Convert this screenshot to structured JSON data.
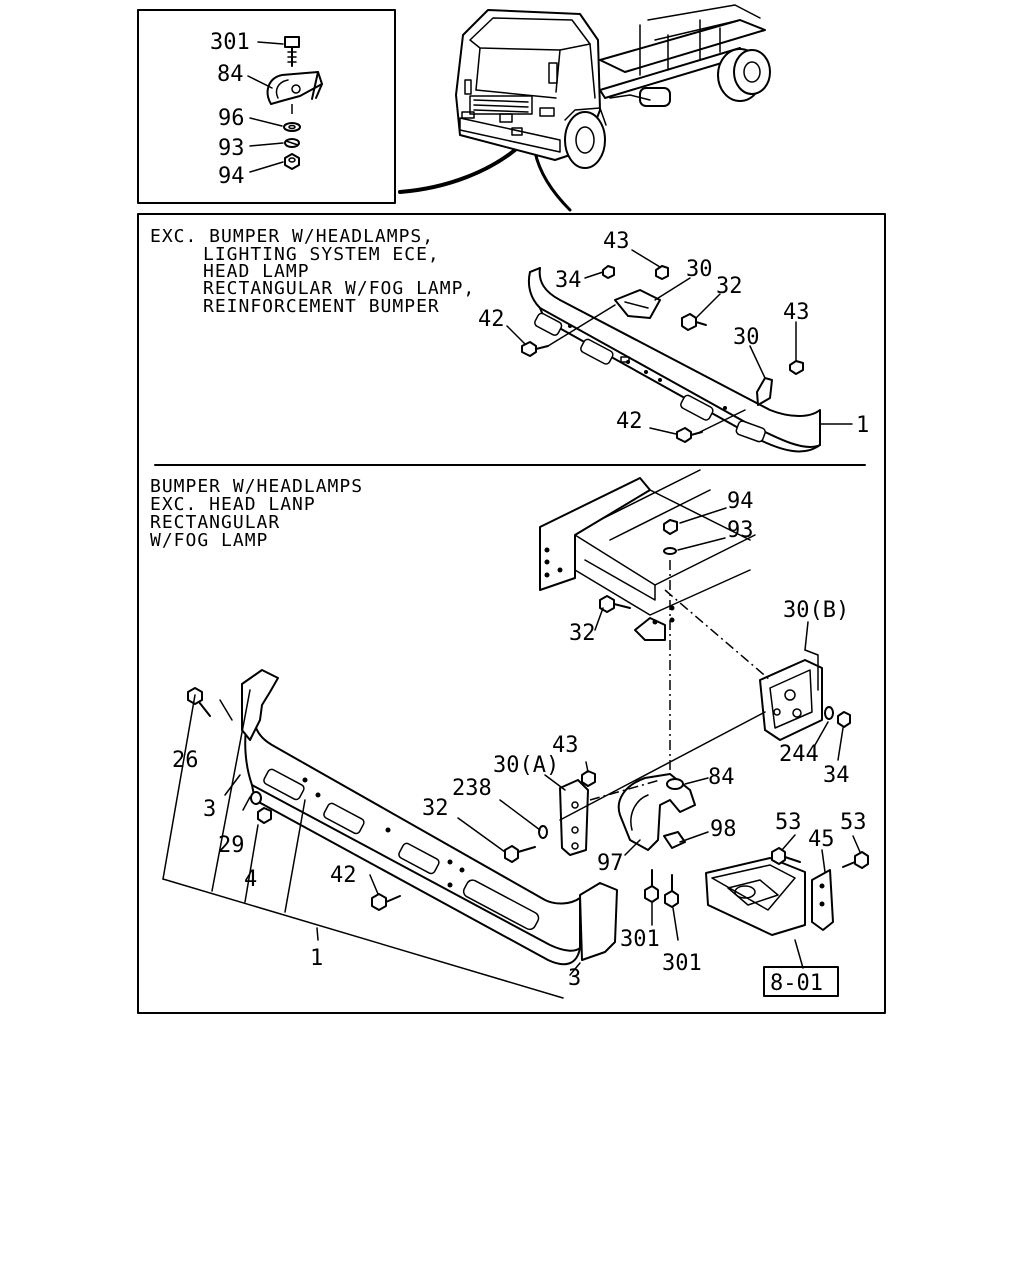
{
  "inset_labels": [
    "301",
    "84",
    "96",
    "93",
    "94"
  ],
  "upper_section": {
    "note_lines": [
      "EXC. BUMPER W/HEADLAMPS,",
      "LIGHTING SYSTEM ECE,",
      "HEAD LAMP",
      "RECTANGULAR W/FOG LAMP,",
      "REINFORCEMENT BUMPER"
    ],
    "callouts": [
      "43",
      "34",
      "30",
      "32",
      "42",
      "30",
      "43",
      "42",
      "1"
    ]
  },
  "lower_section": {
    "note_lines": [
      "BUMPER W/HEADLAMPS",
      "EXC. HEAD LANP",
      "RECTANGULAR",
      "W/FOG LAMP"
    ],
    "callouts": [
      "94",
      "93",
      "32",
      "30(B)",
      "244",
      "34",
      "26",
      "3",
      "29",
      "4",
      "43",
      "30(A)",
      "238",
      "32",
      "84",
      "98",
      "97",
      "42",
      "1",
      "3",
      "301",
      "301",
      "53",
      "53",
      "45"
    ],
    "reference_box": "8-01"
  }
}
